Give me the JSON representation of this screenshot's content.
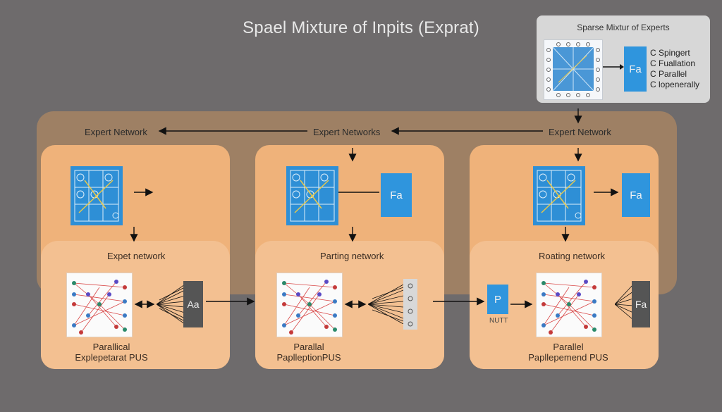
{
  "title": "Spael Mixture of Inpits (Exprat)",
  "legend": {
    "title": "Sparse Mixtur of Experts",
    "box_label": "Fa",
    "items": [
      "C Spingert",
      "C Fuallation",
      "C Parallel",
      "C lopenerally"
    ]
  },
  "header_labels": {
    "left": "Expert Network",
    "center": "Expert Networks",
    "right": "Expert Network"
  },
  "panels": [
    {
      "network_label": "Expet network",
      "side_box": "",
      "node_box": "Aa",
      "caption_line1": "Parallical",
      "caption_line2": "Explepetarat PUS"
    },
    {
      "network_label": "Parting network",
      "side_box": "Fa",
      "node_box": "",
      "caption_line1": "Parallal",
      "caption_line2": "PaplleptionPUS"
    },
    {
      "network_label": "Roating network",
      "side_box": "Fa",
      "node_box": "Fa",
      "p_box": "P",
      "p_caption": "NUTT",
      "caption_line1": "Parallel",
      "caption_line2": "Papllepemend PUS"
    }
  ],
  "colors": {
    "background": "#6e6b6c",
    "outer_band": "#9e8064",
    "panel": "#efb27a",
    "accent_blue": "#2f95dd",
    "edge_red": "#d94848"
  }
}
